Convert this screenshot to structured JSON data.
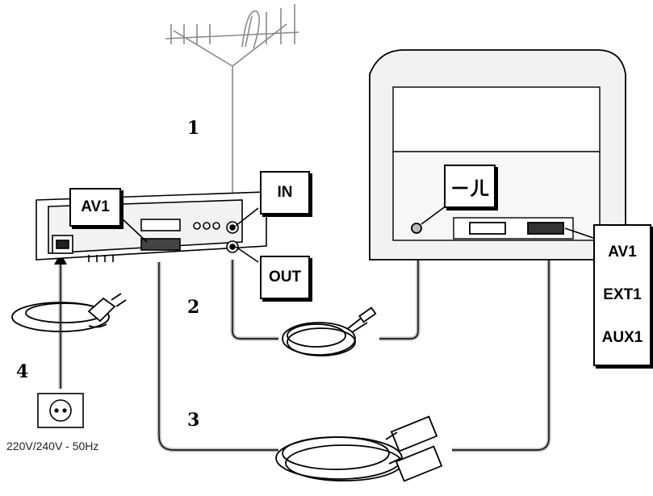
{
  "labels": {
    "av1_vcr": "AV1",
    "in": "IN",
    "out": "OUT",
    "aerial_symbol": "ㄧㄦ",
    "tv_inputs": [
      "AV1",
      "EXT1",
      "AUX1"
    ]
  },
  "steps": [
    "1",
    "2",
    "3",
    "4"
  ],
  "power_caption": "220V/240V - 50Hz",
  "colors": {
    "line": "#000000",
    "cable": "#9a9a9a",
    "panel": "#f2f2f2"
  },
  "icons": [
    "antenna-icon",
    "power-plug-icon",
    "wall-socket-icon",
    "rf-cable-icon",
    "scart-cable-icon"
  ]
}
